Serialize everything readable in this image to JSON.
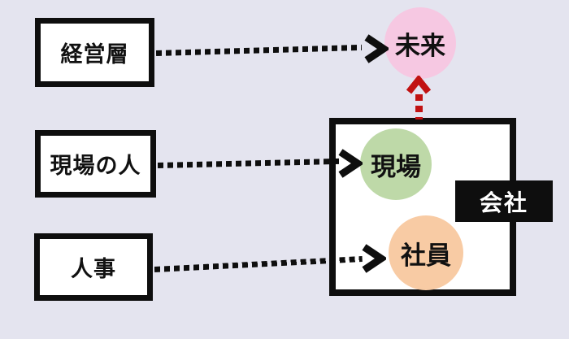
{
  "colors": {
    "background": "#e4e4ef",
    "box_border": "#0e0e0e",
    "line": "#0e0e0e",
    "red_arrow": "#c11212",
    "company_label_bg": "#0e0e0e",
    "company_label_text": "#ffffff"
  },
  "left_boxes": [
    {
      "label": "経営層"
    },
    {
      "label": "現場の人"
    },
    {
      "label": "人事"
    }
  ],
  "company": {
    "label": "会社"
  },
  "circles": {
    "future": {
      "label": "未来",
      "color": "#f6c8e2"
    },
    "genba": {
      "label": "現場",
      "color": "#bed9a8"
    },
    "shain": {
      "label": "社員",
      "color": "#f8cba4"
    }
  },
  "connections": [
    {
      "from": "経営層",
      "to": "未来",
      "style": "dotted-black-arrow"
    },
    {
      "from": "現場の人",
      "to": "現場",
      "style": "dotted-black-arrow"
    },
    {
      "from": "人事",
      "to": "社員",
      "style": "dotted-black-arrow"
    },
    {
      "from": "会社",
      "to": "未来",
      "style": "dotted-red-arrow-up"
    }
  ]
}
